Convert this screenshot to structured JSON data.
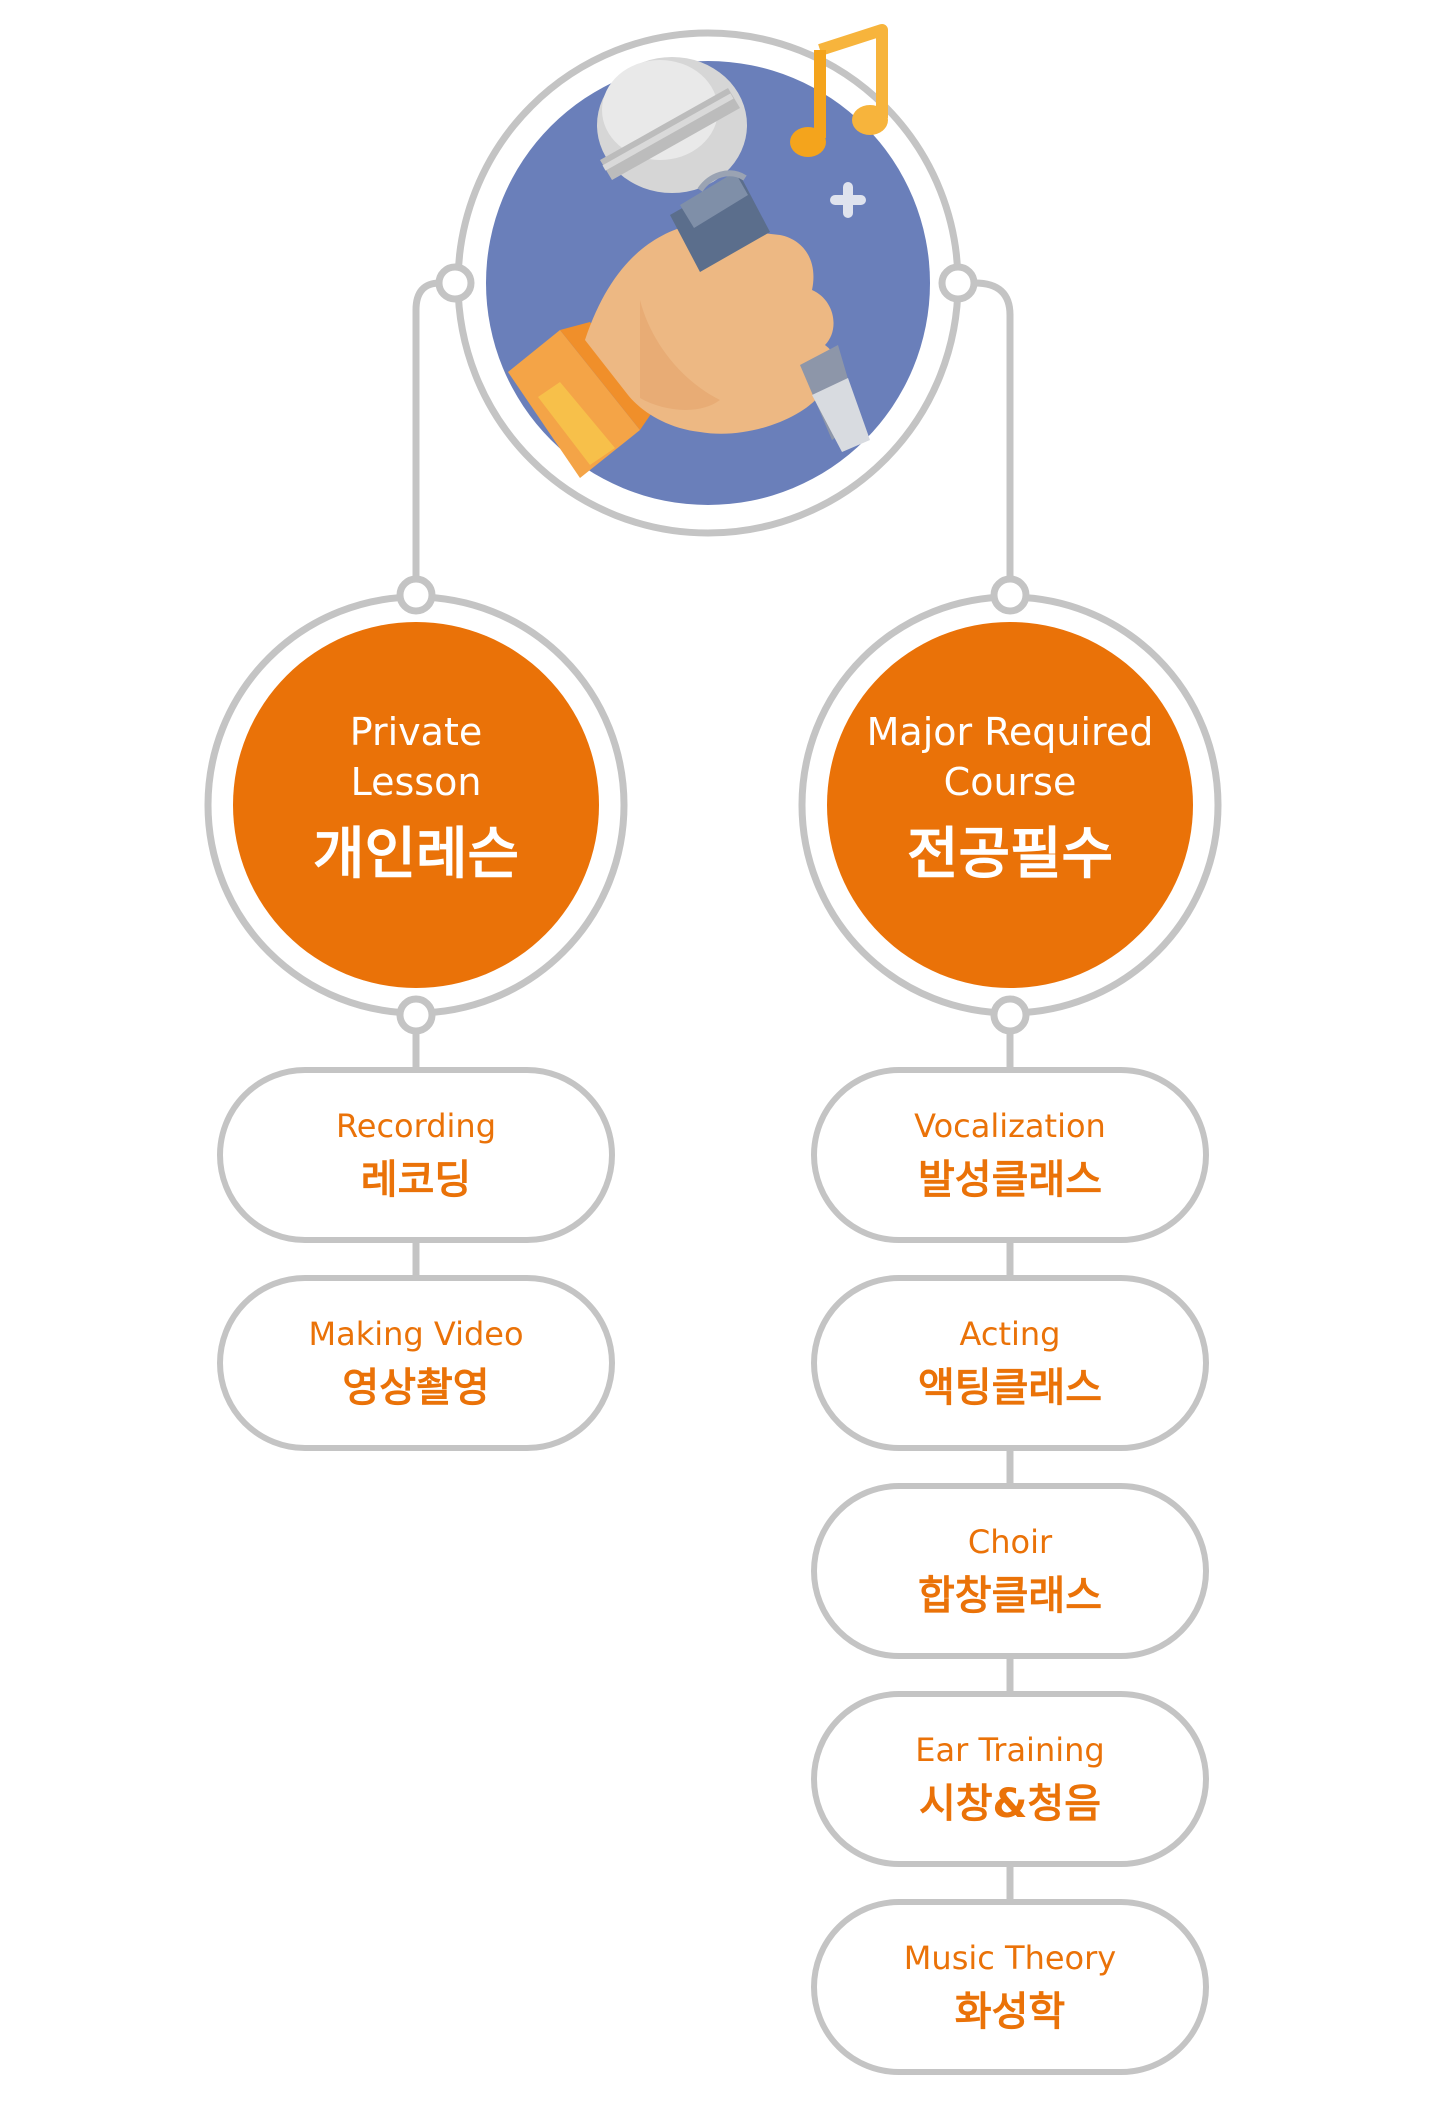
{
  "colors": {
    "line": "#c4c4c4",
    "orange": "#ea7208",
    "text_orange": "#ea7208",
    "white": "#ffffff",
    "top_fill": "#6a7fba"
  },
  "top_icon": {
    "icon": "microphone-hand-icon",
    "music_icon": "music-note-icon",
    "sparkle_icon": "sparkle-icon"
  },
  "branches": [
    {
      "title_en_1": "Private",
      "title_en_2": "Lesson",
      "title_ko": "개인레슨",
      "items": [
        {
          "en": "Recording",
          "ko": "레코딩"
        },
        {
          "en": "Making Video",
          "ko": "영상촬영"
        }
      ]
    },
    {
      "title_en_1": "Major Required",
      "title_en_2": "Course",
      "title_ko": "전공필수",
      "items": [
        {
          "en": "Vocalization",
          "ko": "발성클래스"
        },
        {
          "en": "Acting",
          "ko": "액팅클래스"
        },
        {
          "en": "Choir",
          "ko": "합창클래스"
        },
        {
          "en": "Ear Training",
          "ko": "시창&청음"
        },
        {
          "en": "Music Theory",
          "ko": "화성학"
        }
      ]
    }
  ]
}
